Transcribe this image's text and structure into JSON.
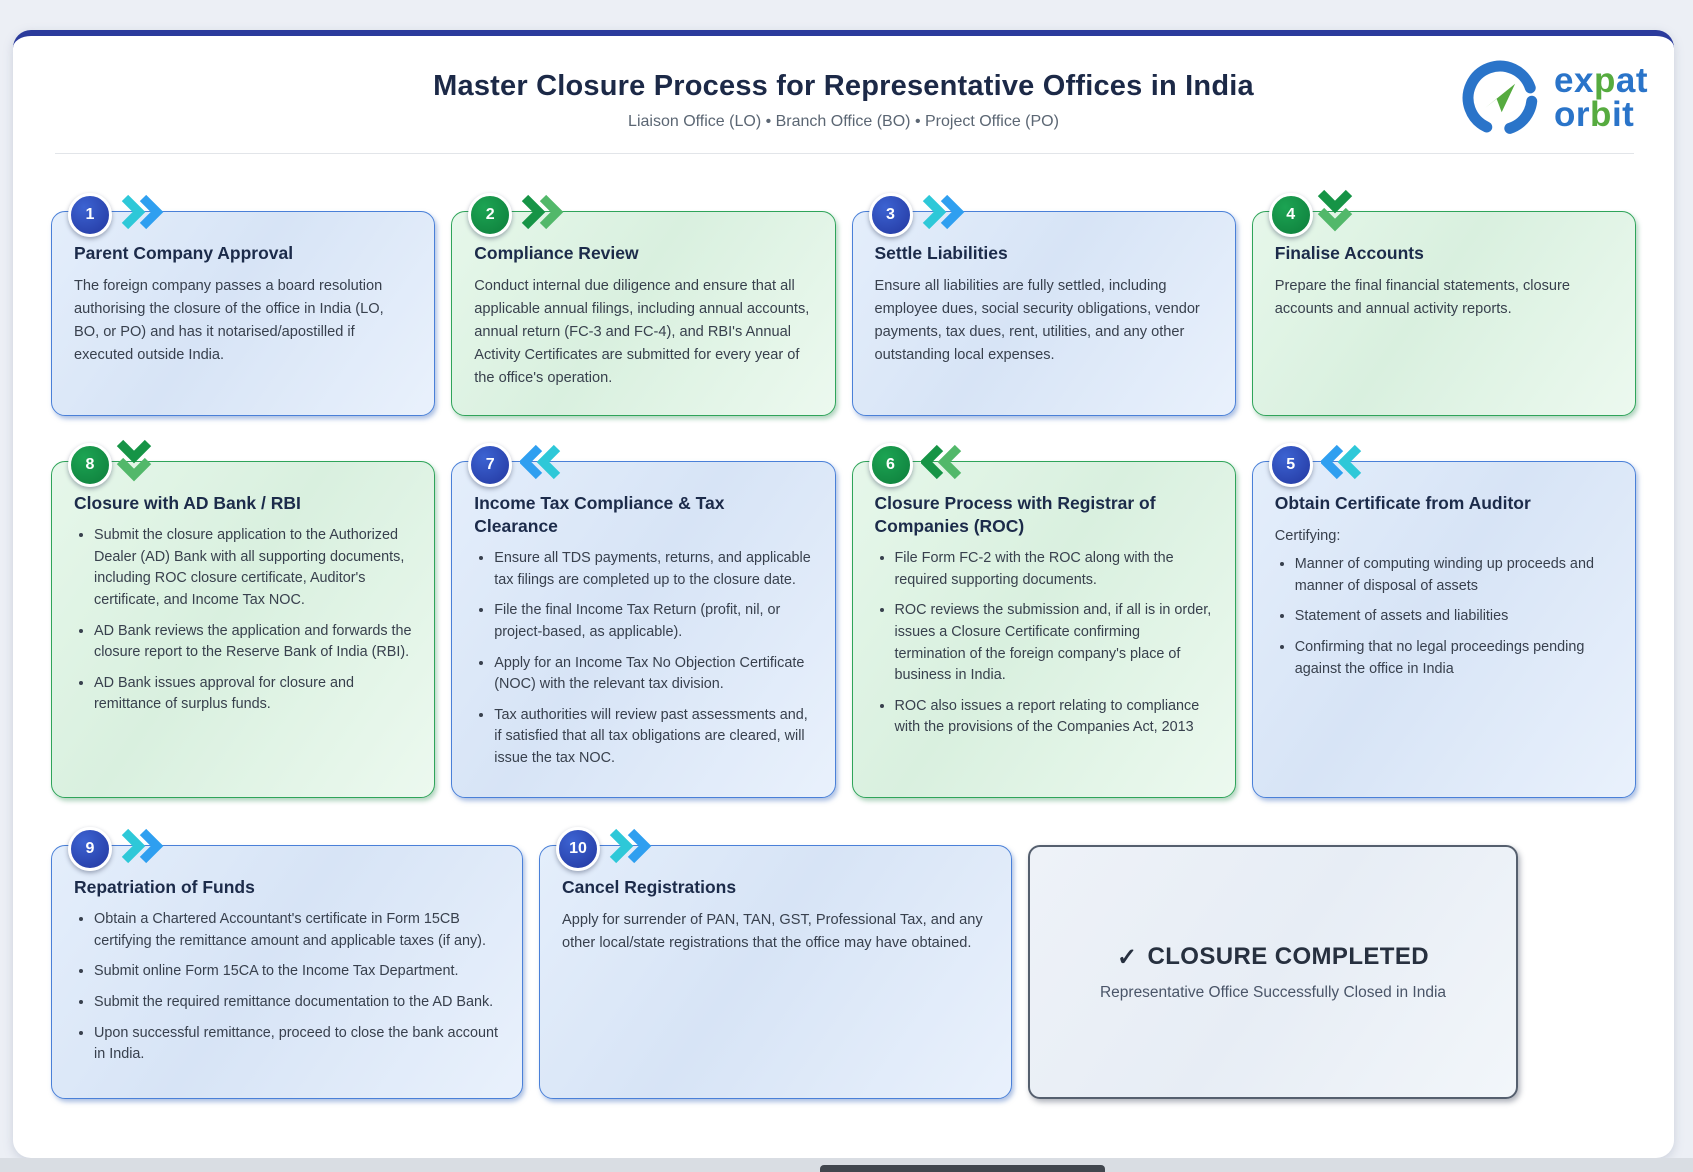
{
  "header": {
    "title": "Master Closure Process for Representative Offices in India",
    "subtitle": "Liaison Office (LO) • Branch Office (BO) • Project Office (PO)",
    "logo": {
      "word1_pre": "ex",
      "word1_mid": "p",
      "word1_post": "at",
      "word2_pre": "or",
      "word2_mid": "b",
      "word2_post": "it"
    }
  },
  "colors": {
    "page_background": "#eceff5",
    "container_top_accent": "#2b3b9c",
    "card_blue_border": "#4a80d8",
    "card_blue_fill": "#dde8f8",
    "card_green_border": "#2fa45a",
    "card_green_fill": "#dff2e4",
    "badge_blue": "#23379f",
    "badge_green": "#0e7d3b",
    "arrow_teal": "#2ec8d8",
    "arrow_blue": "#2f9ff0",
    "arrow_green_dark": "#169446",
    "arrow_green_light": "#52b86a",
    "logo_blue": "#2a74c9",
    "logo_green": "#56ab3f",
    "title_navy": "#1c2947"
  },
  "cards": [
    {
      "number": "1",
      "theme": "blue",
      "arrow": "right",
      "title": "Parent Company Approval",
      "body": "The foreign company passes a board resolution authorising the closure of the office in India (LO, BO, or PO) and has it notarised/apostilled if executed outside India."
    },
    {
      "number": "2",
      "theme": "green",
      "arrow": "right",
      "title": "Compliance Review",
      "body": "Conduct internal due diligence and ensure that all applicable annual filings, including annual accounts, annual return (FC-3 and FC-4), and RBI's Annual Activity Certificates are submitted for every year of the office's operation."
    },
    {
      "number": "3",
      "theme": "blue",
      "arrow": "right",
      "title": "Settle Liabilities",
      "body": "Ensure all liabilities are fully settled, including employee dues, social security obligations, vendor payments, tax dues, rent, utilities, and any other outstanding local expenses."
    },
    {
      "number": "4",
      "theme": "green",
      "arrow": "down",
      "title": "Finalise Accounts",
      "body": "Prepare the final financial statements, closure accounts and annual activity reports."
    },
    {
      "number": "8",
      "theme": "green",
      "arrow": "down",
      "title": "Closure with AD Bank / RBI",
      "bullets": [
        "Submit the closure application to the Authorized Dealer (AD) Bank with all supporting documents, including ROC closure certificate, Auditor's certificate, and Income Tax NOC.",
        "AD Bank reviews the application and forwards the closure report to the Reserve Bank of India (RBI).",
        "AD Bank issues approval for closure and remittance of surplus funds."
      ]
    },
    {
      "number": "7",
      "theme": "blue",
      "arrow": "left",
      "title": "Income Tax Compliance & Tax Clearance",
      "bullets": [
        "Ensure all TDS payments, returns, and applicable tax filings are completed up to the closure date.",
        "File the final Income Tax Return (profit, nil, or project-based, as applicable).",
        "Apply for an Income Tax No Objection Certificate (NOC) with the relevant tax division.",
        "Tax authorities will review past assessments and, if satisfied that all tax obligations are cleared, will issue the tax NOC."
      ]
    },
    {
      "number": "6",
      "theme": "green",
      "arrow": "left",
      "title": "Closure Process with Registrar of Companies (ROC)",
      "bullets": [
        "File Form FC-2 with the ROC along with the required supporting documents.",
        "ROC reviews the submission and, if all is in order, issues a Closure Certificate confirming termination of the foreign company's place of business in India.",
        "ROC also issues a report relating to compliance with the provisions of the Companies Act, 2013"
      ]
    },
    {
      "number": "5",
      "theme": "blue",
      "arrow": "left",
      "title": "Obtain Certificate from Auditor",
      "intro": "Certifying:",
      "bullets": [
        "Manner of computing winding up proceeds and manner of disposal of assets",
        "Statement of assets and liabilities",
        "Confirming that no legal proceedings pending against the office in India"
      ]
    },
    {
      "number": "9",
      "theme": "blue",
      "arrow": "right",
      "title": "Repatriation of Funds",
      "bullets": [
        "Obtain a Chartered Accountant's certificate in Form 15CB certifying the remittance amount and applicable taxes (if any).",
        "Submit online Form 15CA to the Income Tax Department.",
        "Submit the required remittance documentation to the AD Bank.",
        "Upon successful remittance, proceed to close the bank account in India."
      ]
    },
    {
      "number": "10",
      "theme": "blue",
      "arrow": "right",
      "title": "Cancel Registrations",
      "body": "Apply for surrender of PAN, TAN, GST, Professional Tax, and any other local/state registrations that the office may have obtained."
    }
  ],
  "completion": {
    "check_icon": "✓",
    "title": "CLOSURE COMPLETED",
    "subtitle": "Representative Office Successfully Closed in India"
  }
}
